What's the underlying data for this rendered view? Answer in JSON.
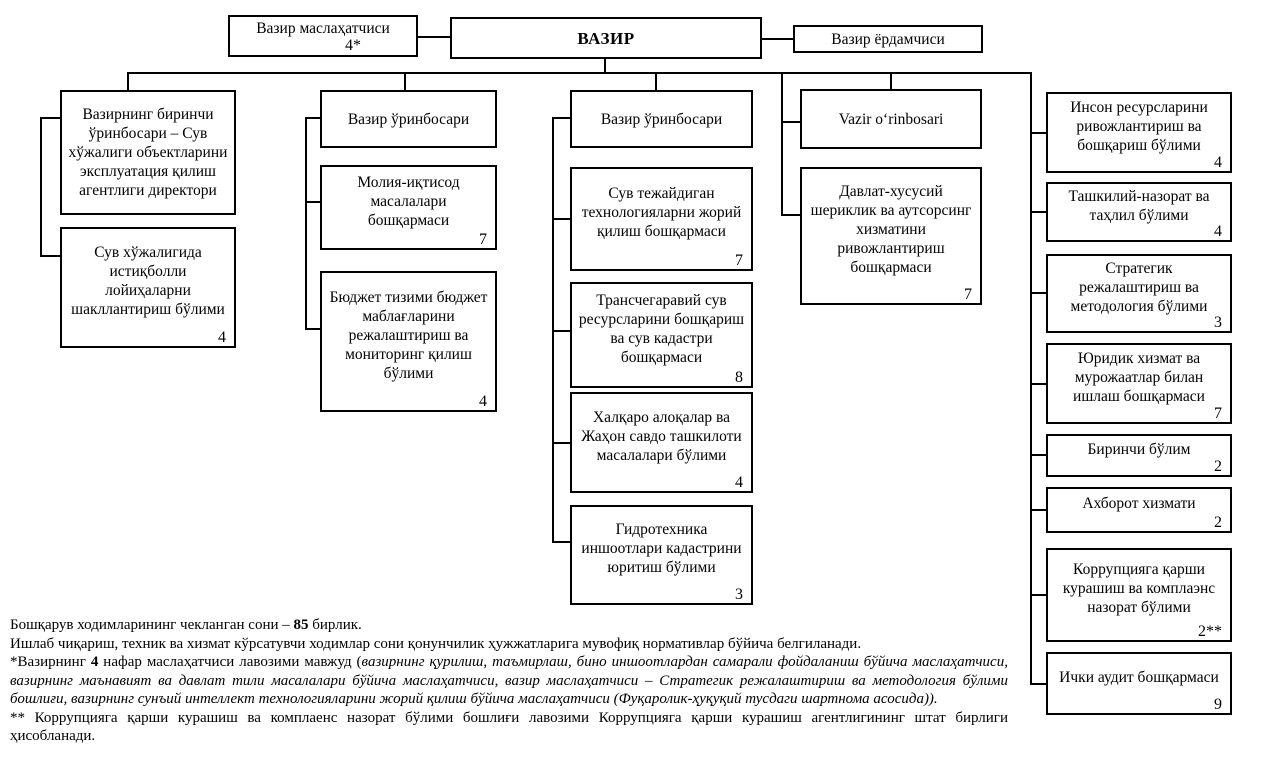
{
  "top": {
    "advisor": {
      "label": "Вазир маслаҳатчиси",
      "count": "4*"
    },
    "minister": {
      "label": "ВАЗИР"
    },
    "assistant": {
      "label": "Вазир ёрдамчиси"
    }
  },
  "col1": {
    "b1": {
      "label": "Вазирнинг биринчи ўринбосари – Сув хўжалиги объектларини эксплуатация қилиш агентлиги директори"
    },
    "b2": {
      "label": "Сув хўжалигида истиқболли лойиҳаларни шакллантириш бўлими",
      "count": "4"
    }
  },
  "col2": {
    "b1": {
      "label": "Вазир ўринбосари"
    },
    "b2": {
      "label": "Молия-иқтисод масалалари бошқармаси",
      "count": "7"
    },
    "b3": {
      "label": "Бюджет тизими бюджет маблағларини режалаштириш ва мониторинг қилиш бўлими",
      "count": "4"
    }
  },
  "col3": {
    "b1": {
      "label": "Вазир ўринбосари"
    },
    "b2": {
      "label": "Сув тежайдиган технологияларни жорий қилиш бошқармаси",
      "count": "7"
    },
    "b3": {
      "label": "Трансчегаравий сув ресурсларини бошқариш ва сув кадастри бошқармаси",
      "count": "8"
    },
    "b4": {
      "label": "Халқаро алоқалар ва Жаҳон савдо ташкилоти масалалари бўлими",
      "count": "4"
    },
    "b5": {
      "label": "Гидротехника иншоотлари кадастрини юритиш бўлими",
      "count": "3"
    }
  },
  "col4": {
    "b1": {
      "label": "Vazir o‘rinbosari"
    },
    "b2": {
      "label": "Давлат-хусусий шериклик ва аутсорсинг хизматини ривожлантириш бошқармаси",
      "count": "7"
    }
  },
  "col5": {
    "b1": {
      "label": "Инсон ресурсларини ривожлантириш ва бошқариш бўлими",
      "count": "4"
    },
    "b2": {
      "label": "Ташкилий-назорат ва таҳлил бўлими",
      "count": "4"
    },
    "b3": {
      "label": "Стратегик режалаштириш ва методология бўлими",
      "count": "3"
    },
    "b4": {
      "label": "Юридик хизмат ва мурожаатлар билан ишлаш бошқармаси",
      "count": "7"
    },
    "b5": {
      "label": "Биринчи бўлим",
      "count": "2"
    },
    "b6": {
      "label": "Ахборот хизмати",
      "count": "2"
    },
    "b7": {
      "label": "Коррупцияга қарши курашиш ва комплаэнс назорат бўлими",
      "count": "2**"
    },
    "b8": {
      "label": "Ички аудит бошқармаси",
      "count": "9"
    }
  },
  "footer": {
    "line1_pre": "Бошқарув ходимларининг чекланган сони – ",
    "line1_bold": "85",
    "line1_post": " бирлик.",
    "line2": "Ишлаб чиқариш, техник ва хизмат кўрсатувчи ходимлар сони қонунчилик ҳужжатларига мувофиқ нормативлар бўйича белгиланади.",
    "note1_pre": "*Вазирнинг ",
    "note1_bold": "4",
    "note1_mid": " нафар маслаҳатчиси лавозими мавжуд (",
    "note1_italic": "вазирнинг қурилиш, таъмирлаш, бино иншоотлардан самарали фойдаланиш бўйича маслаҳатчиси, вазирнинг маънавият ва давлат тили масалалари бўйича маслаҳатчиси, вазир маслаҳатчиси – Стратегик режалаштириш ва методология бўлими бошлиғи, вазирнинг сунъий интеллект технологияларини жорий қилиш бўйича маслаҳатчиси (Фуқаролик-ҳуқуқий тусдаги шартнома асосида)).",
    "note2": "** Коррупцияга қарши курашиш ва комплаенс назорат бўлими бошлиғи лавозими Коррупцияга қарши курашиш агентлигининг штат бирлиги ҳисобланади."
  }
}
